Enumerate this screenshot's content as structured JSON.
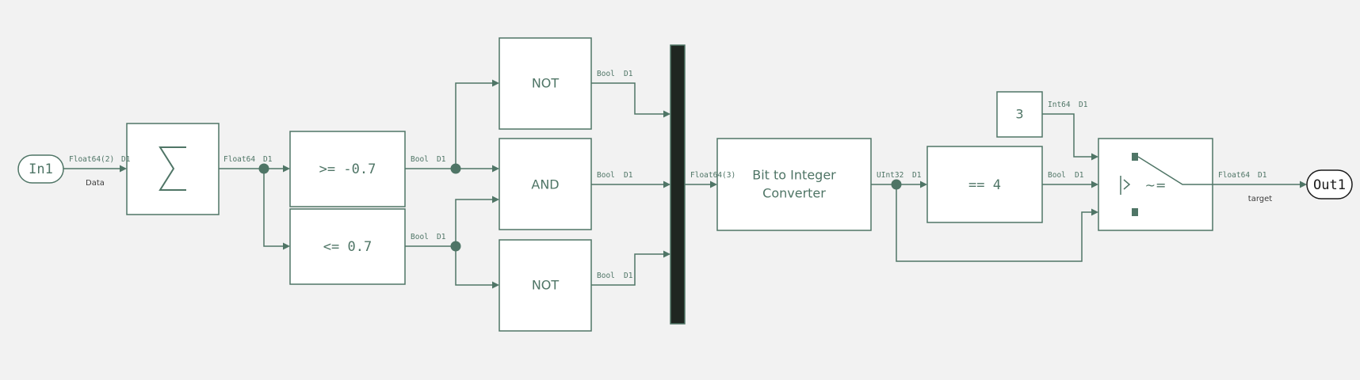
{
  "ports": {
    "in1": "In1",
    "out1": "Out1"
  },
  "blocks": {
    "sum_symbol": "∑",
    "ge": ">= -0.7",
    "le": "<= 0.7",
    "not_top": "NOT",
    "and": "AND",
    "not_bottom": "NOT",
    "converter_line1": "Bit to Integer",
    "converter_line2": "Converter",
    "eq": "== 4",
    "constant": "3",
    "switch_symbol": "~="
  },
  "signals": {
    "in1_type": "Float64(2)",
    "in1_dim": "D1",
    "in1_name": "Data",
    "sum_type": "Float64",
    "sum_dim": "D1",
    "ge_type": "Bool",
    "ge_dim": "D1",
    "le_type": "Bool",
    "le_dim": "D1",
    "not_top_type": "Bool",
    "not_top_dim": "D1",
    "and_type": "Bool",
    "and_dim": "D1",
    "not_bottom_type": "Bool",
    "not_bottom_dim": "D1",
    "mux_type": "Float64(3)",
    "converter_type": "UInt32",
    "converter_dim": "D1",
    "const_type": "Int64",
    "const_dim": "D1",
    "eq_type": "Bool",
    "eq_dim": "D1",
    "switch_type": "Float64",
    "switch_dim": "D1",
    "out_name": "target"
  },
  "colors": {
    "background": "#f2f2f2",
    "line": "#4f7566",
    "block_fill": "#ffffff",
    "mux_fill": "#1f2621",
    "out_port_stroke": "#1a1a1a"
  }
}
